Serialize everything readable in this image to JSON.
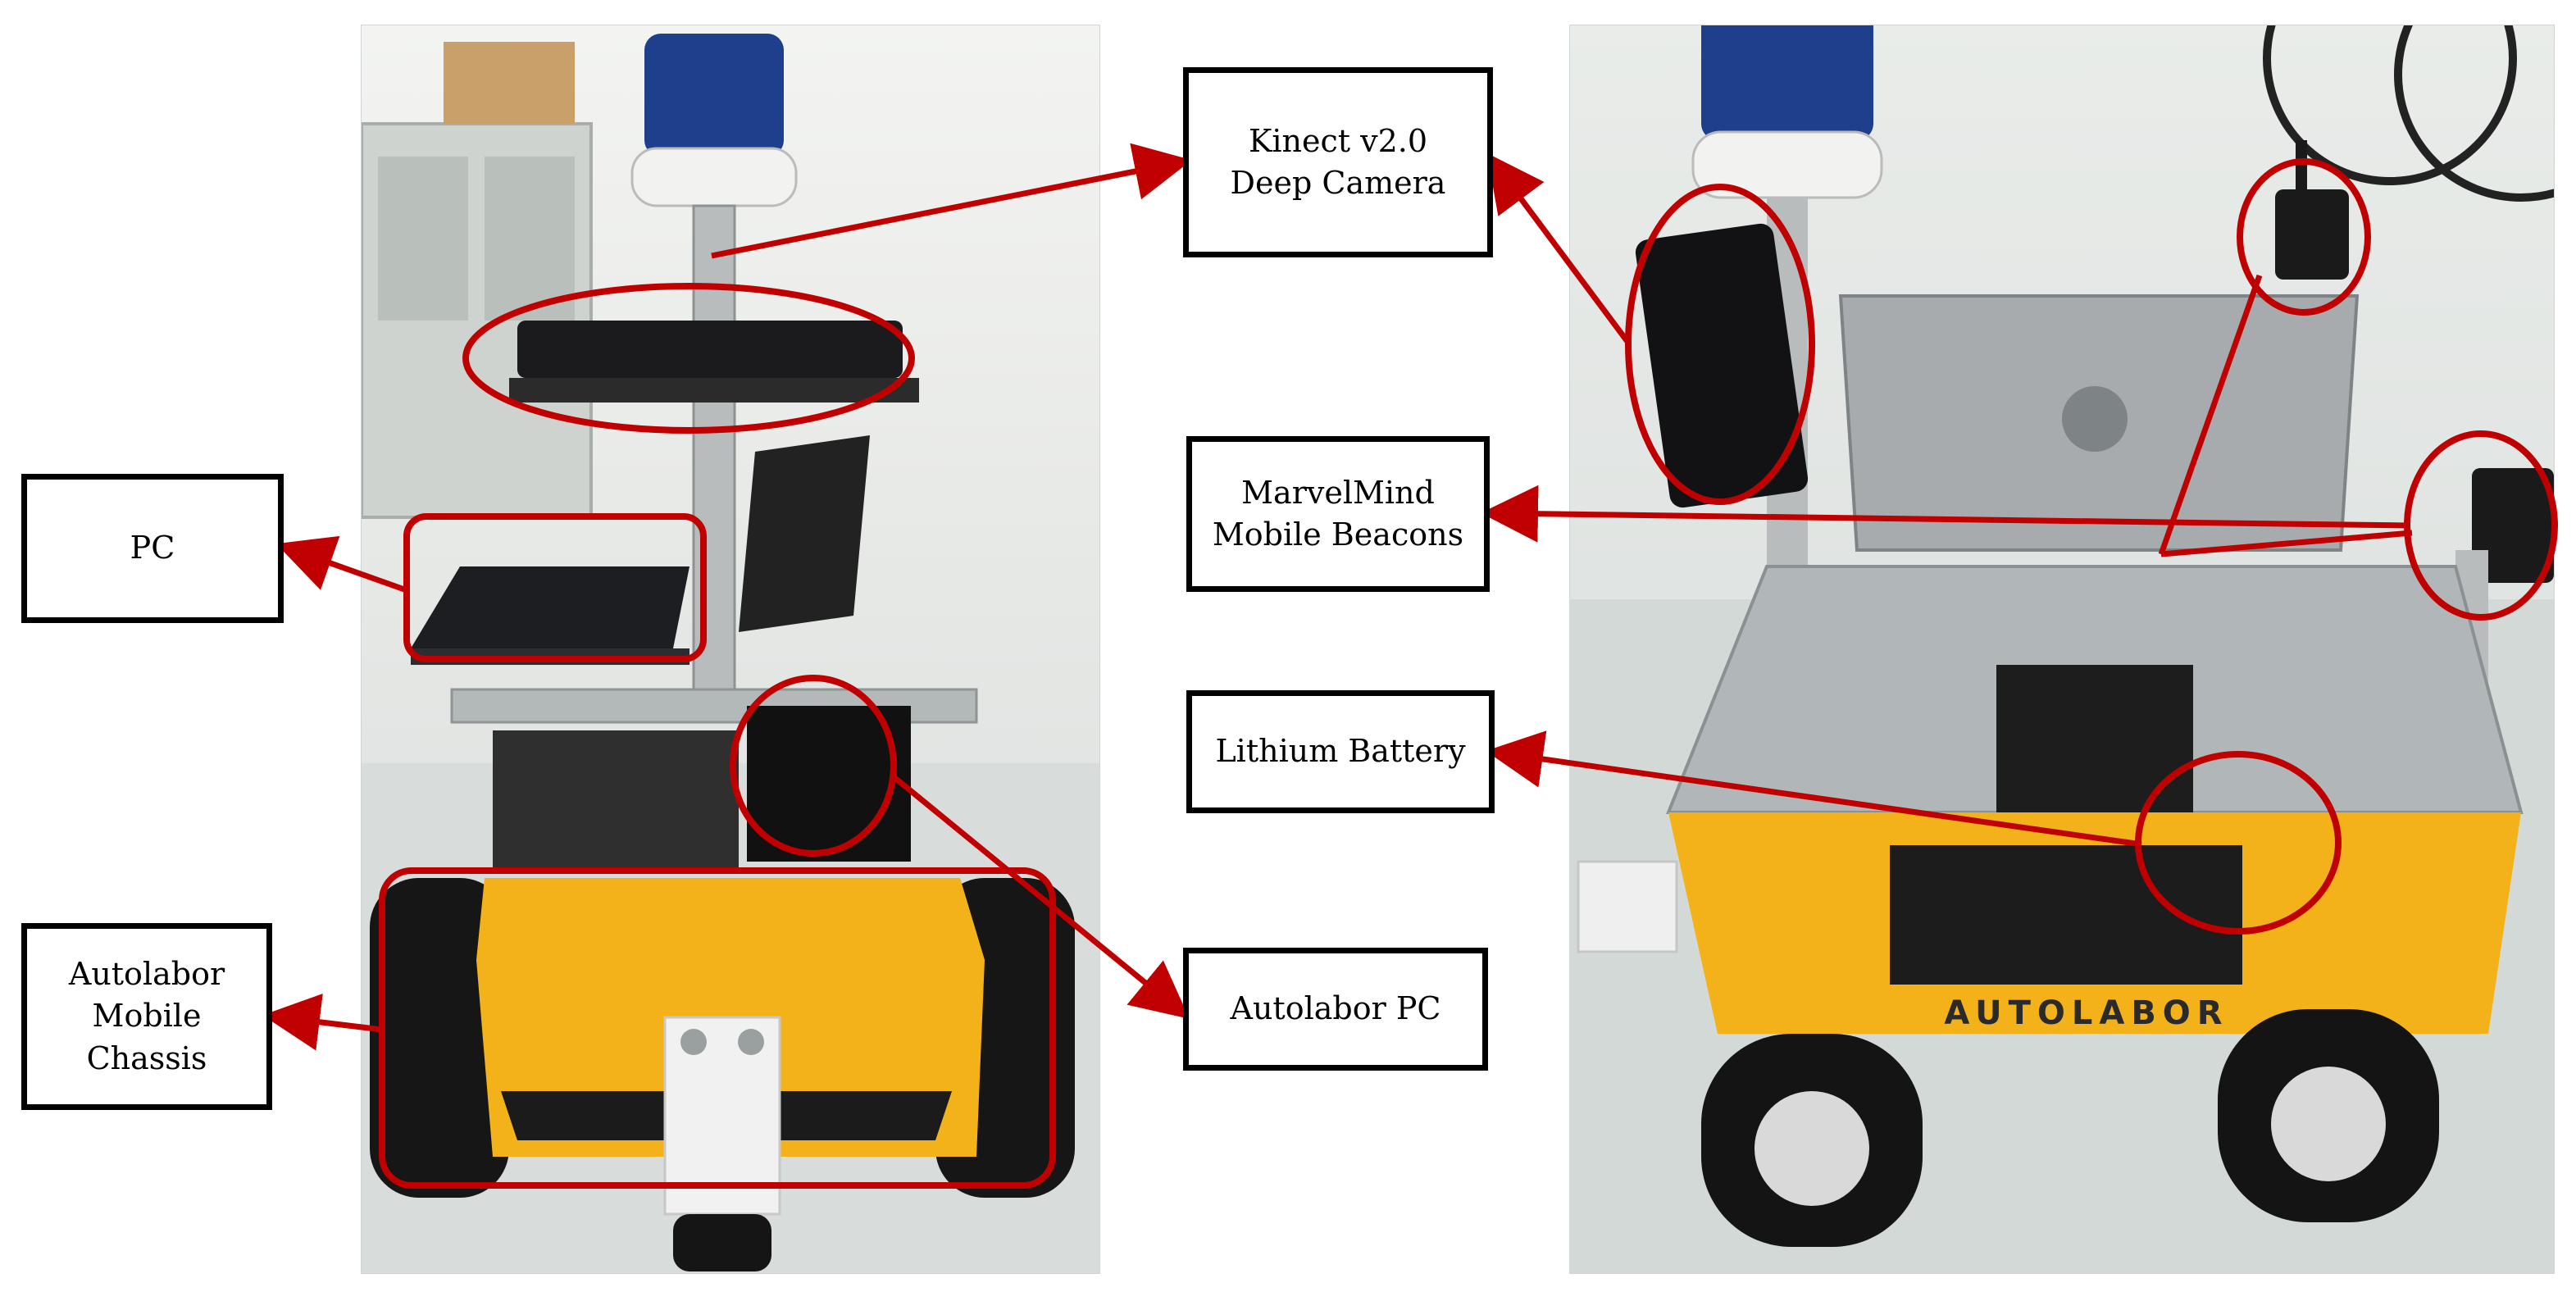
{
  "labels": {
    "pc": "PC",
    "chassis": "Autolabor\nMobile\nChassis",
    "kinect": "Kinect v2.0\nDeep Camera",
    "marvelmind": "MarvelMind\nMobile Beacons",
    "battery": "Lithium Battery",
    "autolabor_pc": "Autolabor PC"
  },
  "branding": {
    "chassis_text": "AUTOLABOR"
  },
  "colors": {
    "annotation": "#c00000",
    "chassis_yellow": "#f3b21a",
    "frame": "#000000"
  }
}
